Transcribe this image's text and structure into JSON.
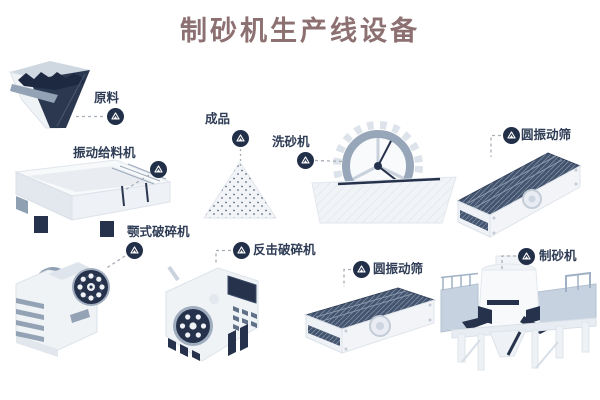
{
  "title": {
    "text": "制砂机生产线设备",
    "color": "#8d7071"
  },
  "equipment": [
    {
      "key": "raw-material",
      "label": "原料"
    },
    {
      "key": "vibrating-feeder",
      "label": "振动给料机"
    },
    {
      "key": "finished-product",
      "label": "成品"
    },
    {
      "key": "sand-washer",
      "label": "洗砂机"
    },
    {
      "key": "vibrating-screen-top",
      "label": "圆振动筛"
    },
    {
      "key": "jaw-crusher",
      "label": "颚式破碎机"
    },
    {
      "key": "impact-crusher",
      "label": "反击破碎机"
    },
    {
      "key": "vibrating-screen-bottom",
      "label": "圆振动筛"
    },
    {
      "key": "sand-maker",
      "label": "制砂机"
    }
  ],
  "colors": {
    "background": "#ffffff",
    "title": "#8d7071",
    "label": "#2e3c55",
    "badge": "#222f48",
    "connector": "#a8aeb6",
    "machine_light": "#eef1f5",
    "machine_dark": "#26324c",
    "machine_mid": "#8fa0b3",
    "mesh_deck": "#44546e",
    "platform_blue": "#c6d2e0"
  }
}
